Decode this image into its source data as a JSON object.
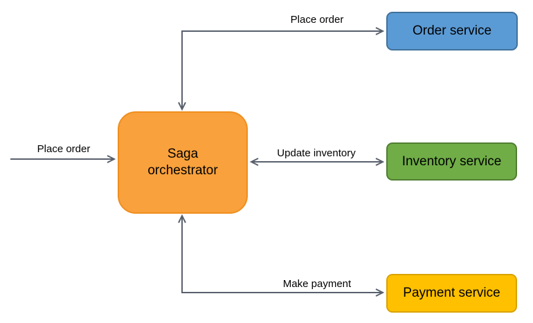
{
  "diagram": {
    "background": "#FFFFFF",
    "connector_color": "#59606C",
    "text_color": "#000000",
    "nodes": [
      {
        "id": "saga-orchestrator",
        "label": "Saga orchestrator",
        "fill": "#F9A13C",
        "border": "#EF8E1E"
      },
      {
        "id": "order-service",
        "label": "Order service",
        "fill": "#5B9BD5",
        "border": "#41719C"
      },
      {
        "id": "inventory-service",
        "label": "Inventory service",
        "fill": "#70AD47",
        "border": "#507E32"
      },
      {
        "id": "payment-service",
        "label": "Payment service",
        "fill": "#FFC000",
        "border": "#D9A300"
      }
    ],
    "edges": [
      {
        "label": "Place order",
        "from": "external",
        "to": "saga-orchestrator",
        "arrows": "end"
      },
      {
        "label": "Place order",
        "from": "saga-orchestrator",
        "to": "order-service",
        "arrows": "both"
      },
      {
        "label": "Update inventory",
        "from": "saga-orchestrator",
        "to": "inventory-service",
        "arrows": "both"
      },
      {
        "label": "Make payment",
        "from": "saga-orchestrator",
        "to": "payment-service",
        "arrows": "both"
      }
    ]
  }
}
